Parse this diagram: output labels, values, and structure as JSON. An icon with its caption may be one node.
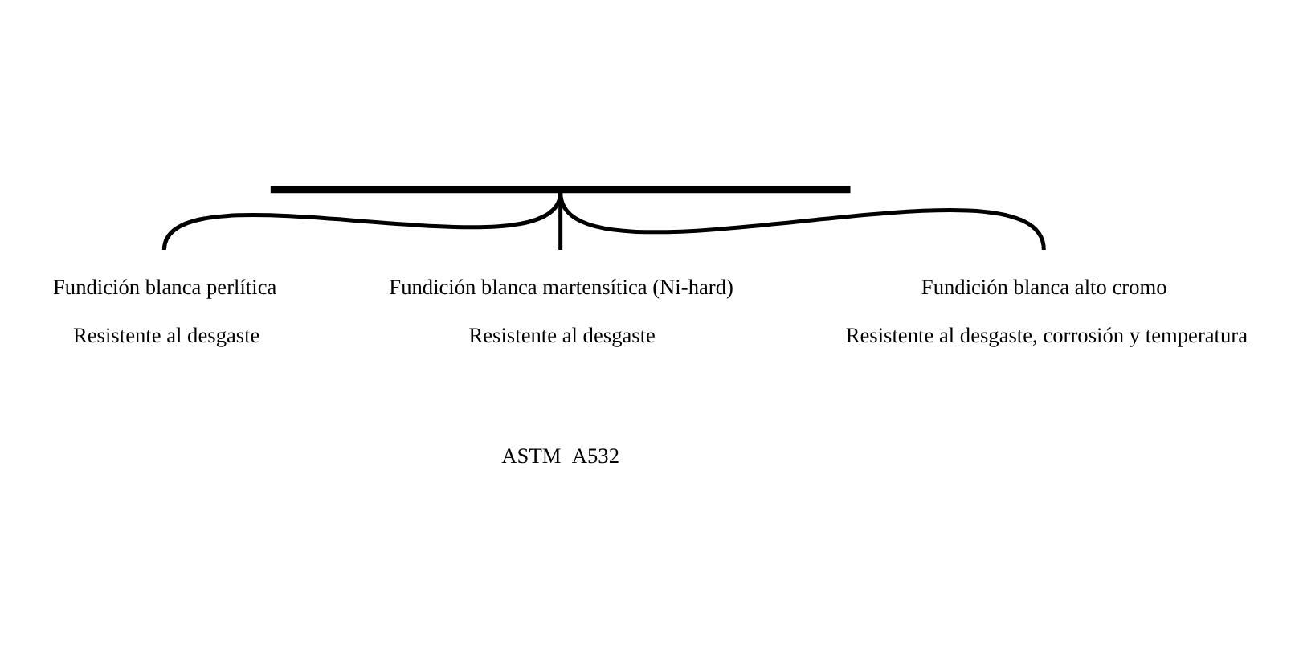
{
  "diagram": {
    "nodes": [
      {
        "text": [],
        "shape": "bar"
      },
      {
        "text": [
          "Fundición blanca perlítica",
          "Resistente al desgaste"
        ]
      },
      {
        "text": [
          "Fundición blanca martensítica (Ni-hard)",
          "Resistente al desgaste"
        ]
      },
      {
        "text": [
          "Fundición blanca alto cromo",
          "Resistente al desgaste, corrosión y temperatura"
        ]
      }
    ],
    "edges": [
      {
        "from": 0,
        "to": 1,
        "arrow": "none"
      },
      {
        "from": 0,
        "to": 2,
        "arrow": "none"
      },
      {
        "from": 0,
        "to": 3,
        "arrow": "none"
      }
    ],
    "labels": [
      "ASTM  A532"
    ]
  }
}
